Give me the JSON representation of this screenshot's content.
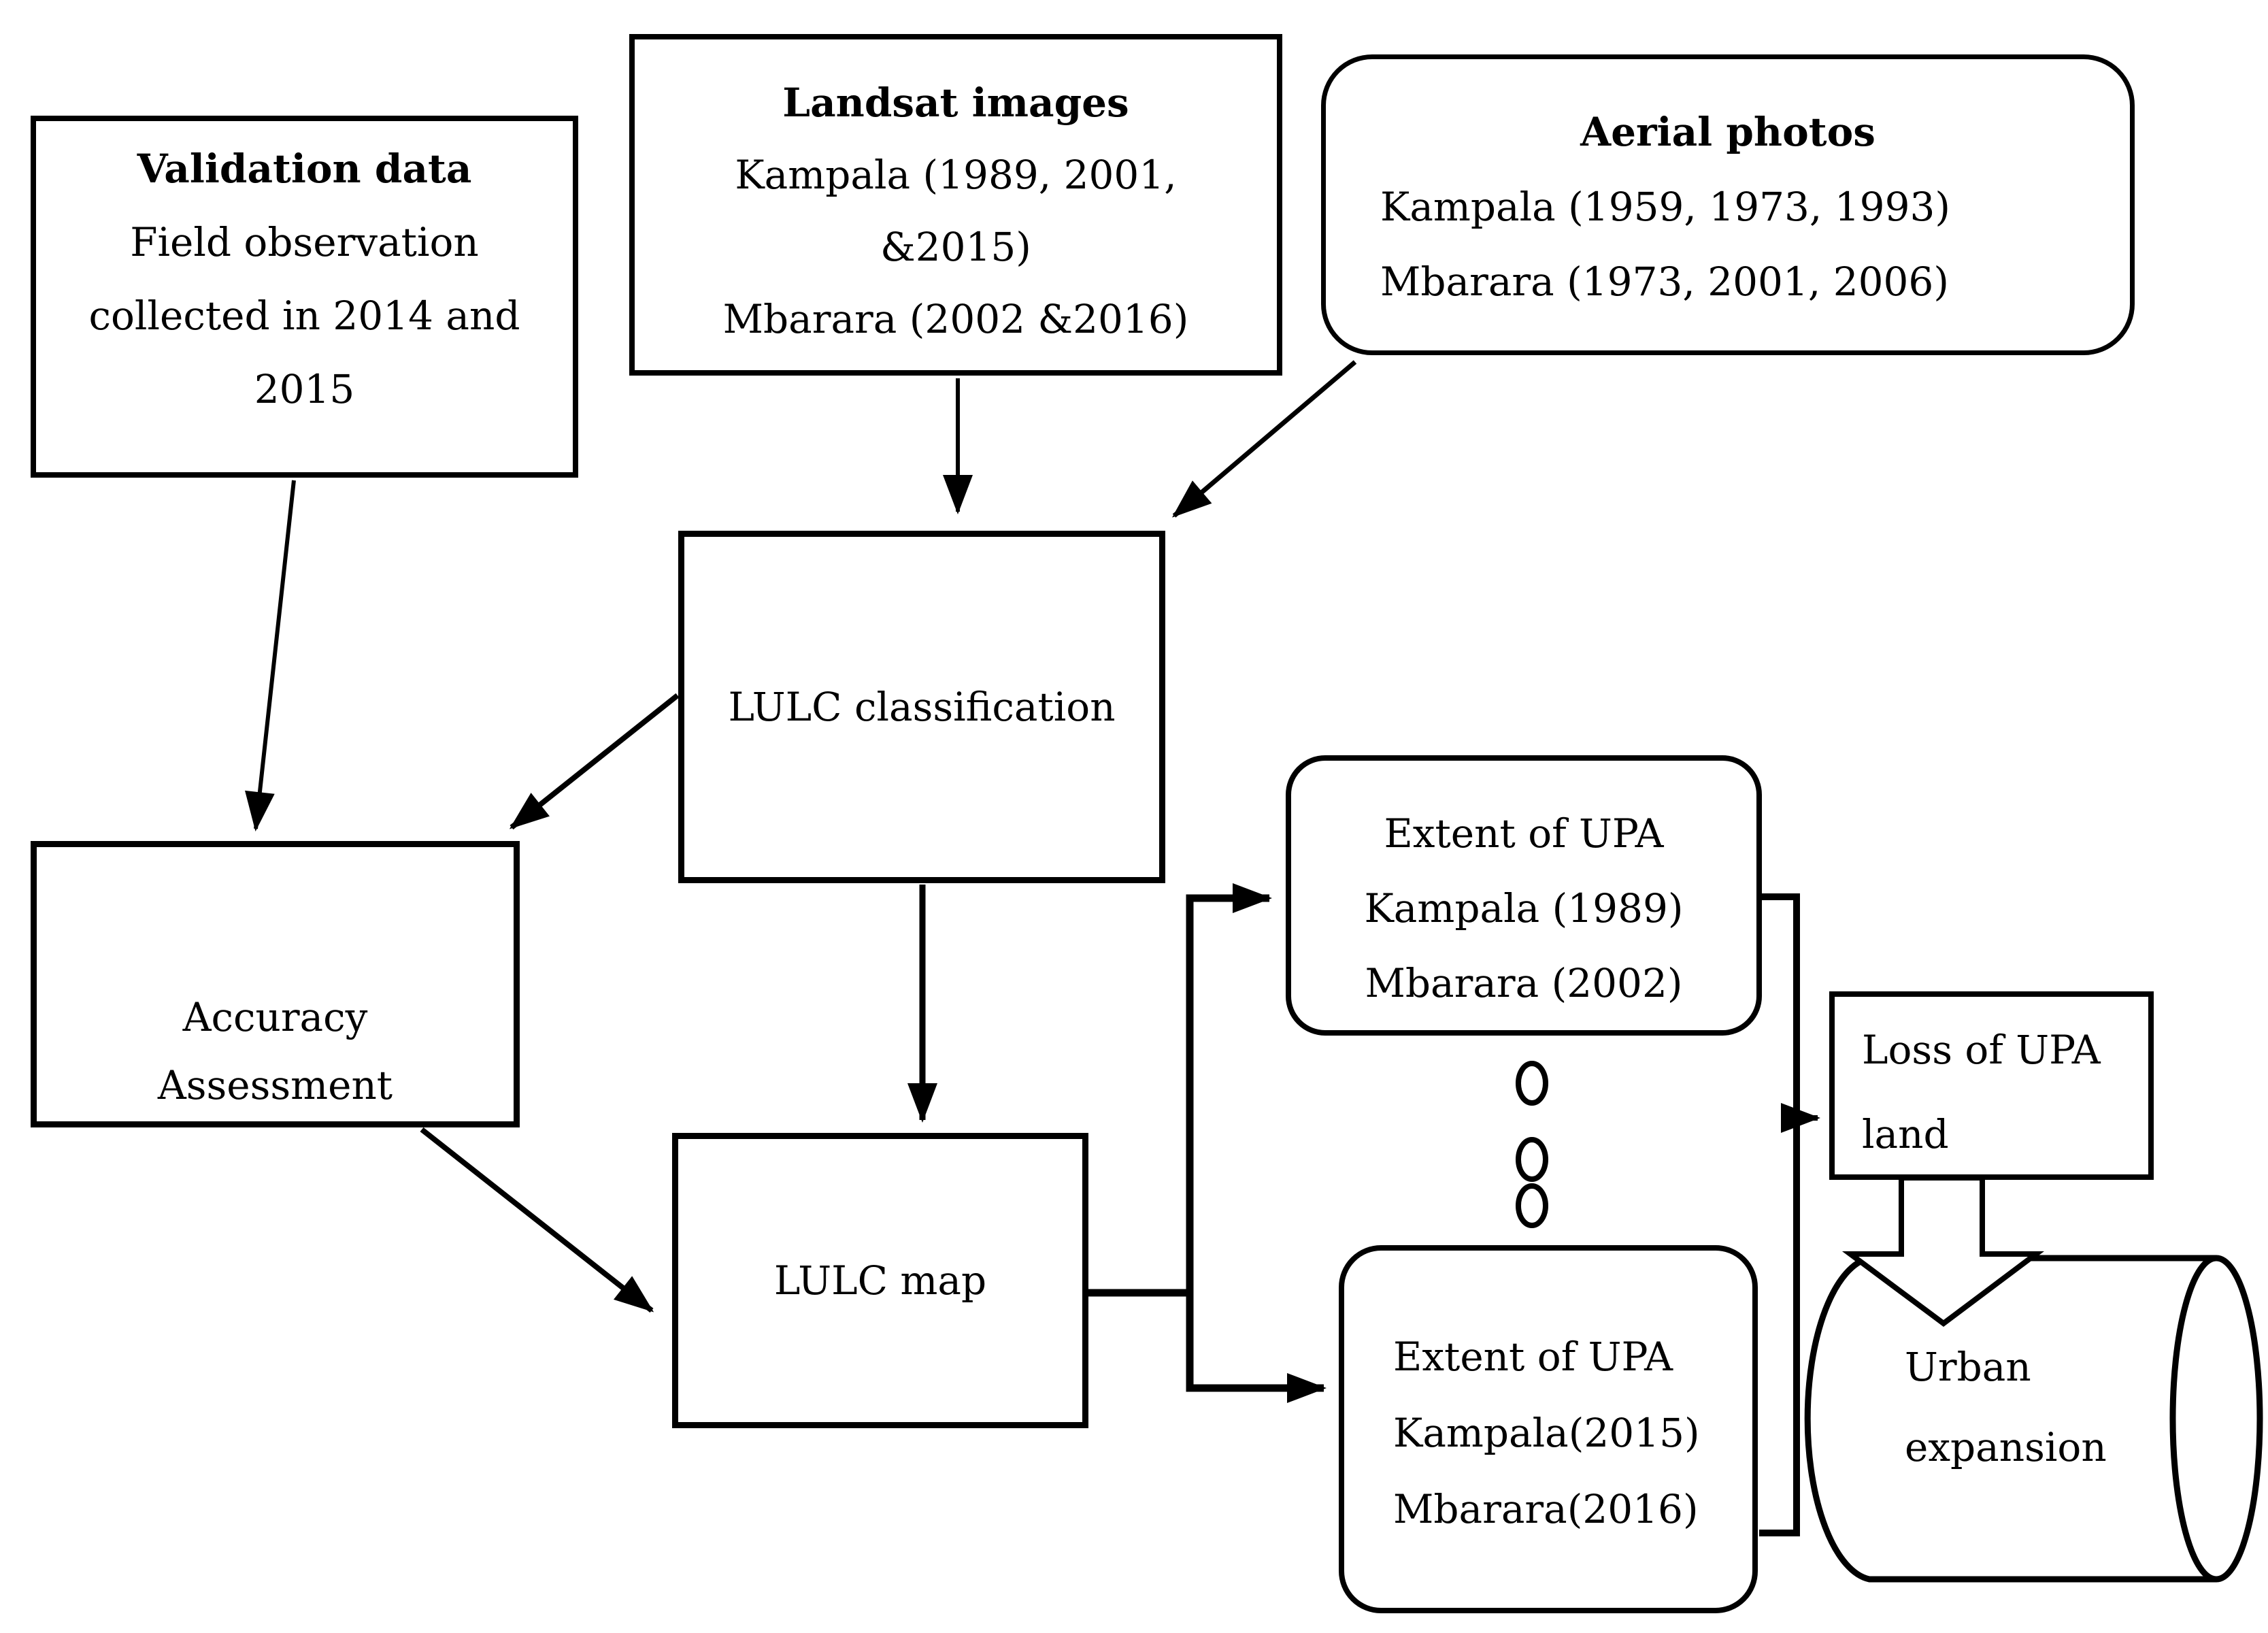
{
  "figure": {
    "background_color": "#ffffff",
    "ink_color": "#000000",
    "description": "Flowchart of LULC classification methodology for Kampala and Mbarara"
  },
  "nodes": {
    "validation": {
      "title": "Validation data",
      "lines": [
        "Field observation",
        "collected in 2014 and",
        "2015"
      ]
    },
    "landsat": {
      "title": "Landsat images",
      "lines": [
        "Kampala (1989, 2001,",
        "&2015)",
        "Mbarara (2002 &2016)"
      ]
    },
    "aerial": {
      "title": "Aerial photos",
      "lines": [
        "Kampala (1959, 1973, 1993)",
        "Mbarara (1973, 2001, 2006)"
      ]
    },
    "lulc_classification": {
      "label": "LULC classification"
    },
    "accuracy": {
      "lines": [
        "Accuracy",
        "Assessment"
      ]
    },
    "lulc_map": {
      "label": "LULC map"
    },
    "extent_top": {
      "lines": [
        "Extent of UPA",
        "Kampala (1989)",
        "Mbarara (2002)"
      ]
    },
    "extent_bottom": {
      "lines": [
        "Extent of UPA",
        "Kampala(2015)",
        "Mbarara(2016)"
      ]
    },
    "loss": {
      "lines": [
        "Loss of UPA",
        "land"
      ]
    },
    "urban": {
      "lines": [
        "Urban",
        "expansion"
      ]
    }
  },
  "connections": [
    {
      "from": "validation-data",
      "to": "accuracy-assessment"
    },
    {
      "from": "landsat-images",
      "to": "lulc-classification"
    },
    {
      "from": "aerial-photos",
      "to": "lulc-classification"
    },
    {
      "from": "lulc-classification",
      "to": "accuracy-assessment"
    },
    {
      "from": "lulc-classification",
      "to": "lulc-map"
    },
    {
      "from": "accuracy-assessment",
      "to": "lulc-map"
    },
    {
      "from": "lulc-map",
      "to": "extent-of-upa-early"
    },
    {
      "from": "lulc-map",
      "to": "extent-of-upa-late"
    },
    {
      "from": "extent-of-upa-early",
      "to": "loss-of-upa-land"
    },
    {
      "from": "extent-of-upa-late",
      "to": "loss-of-upa-land"
    },
    {
      "from": "loss-of-upa-land",
      "to": "urban-expansion"
    }
  ]
}
